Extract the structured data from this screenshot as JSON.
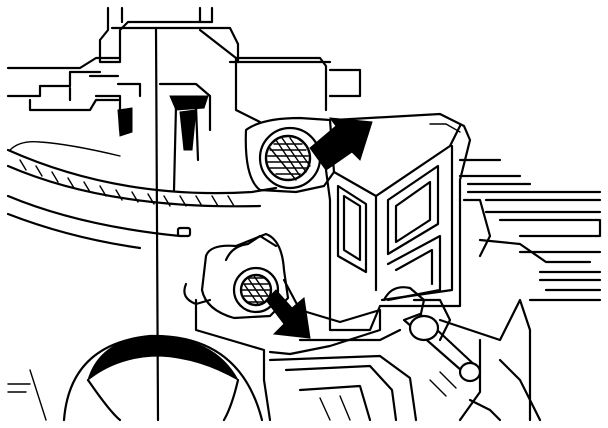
{
  "diagram": {
    "style": "black-and-white line illustration",
    "colors": {
      "line": "#000000",
      "background": "#ffffff"
    },
    "callouts": [
      {
        "icon": "arrow-icon",
        "points_to": "upper-jet-screen"
      },
      {
        "icon": "arrow-icon",
        "points_to": "lower-jet-screen"
      }
    ]
  }
}
